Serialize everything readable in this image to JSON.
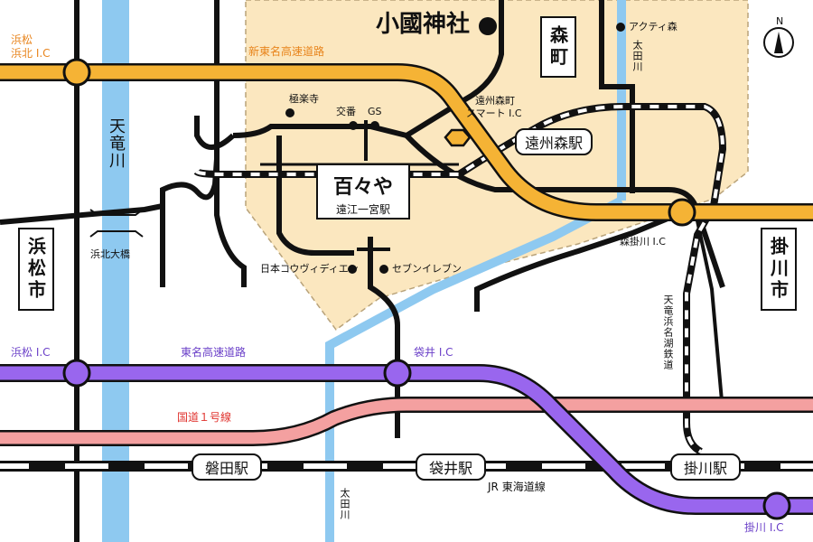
{
  "colors": {
    "town_area": "#fbe7bf",
    "river": "#8ec9f0",
    "shin_tomei": "#f5b335",
    "tomei": "#9966ee",
    "route1": "#f4a0a0",
    "road": "#111111",
    "railway": "#111111"
  },
  "compass": {
    "label": "N",
    "icon": "compass-arrow-icon"
  },
  "shrine": {
    "label": "小國神社"
  },
  "place_labels": {
    "morimachi": "森町",
    "hamamatsu_city": "浜松市",
    "kakegawa_city": "掛川市"
  },
  "shop": {
    "name": "百々や",
    "station": "遠江一宮駅"
  },
  "landmarks": {
    "activ_mori": "アクティ森",
    "gokurakuji": "極楽寺",
    "koban": "交番",
    "gs": "GS",
    "nihon_convenience": "日本コウヴィディエン",
    "seven_eleven": "セブンイレブン"
  },
  "rivers": {
    "tenryu": "天竜川",
    "ota_upper": "太田川",
    "ota_lower": "太田川"
  },
  "bridge": {
    "label": "浜北大橋"
  },
  "highways": {
    "shin_tomei": "新東名高速道路",
    "tomei": "東名高速道路",
    "route1": "国道１号線"
  },
  "interchanges": {
    "hamamatsu_hamakita": [
      "浜松",
      "浜北 I.C"
    ],
    "enshu_morimachi": [
      "遠州森町",
      "スマート I.C"
    ],
    "mori_kakegawa": "森掛川 I.C",
    "hamamatsu": "浜松 I.C",
    "fukuroi": "袋井 I.C",
    "kakegawa": "掛川 I.C"
  },
  "railways": {
    "tenhama": "天竜浜名湖鉄道",
    "jr": "JR 東海道線"
  },
  "stations": {
    "enshu_mori": "遠州森駅",
    "iwata": "磐田駅",
    "fukuroi": "袋井駅",
    "kakegawa": "掛川駅"
  }
}
